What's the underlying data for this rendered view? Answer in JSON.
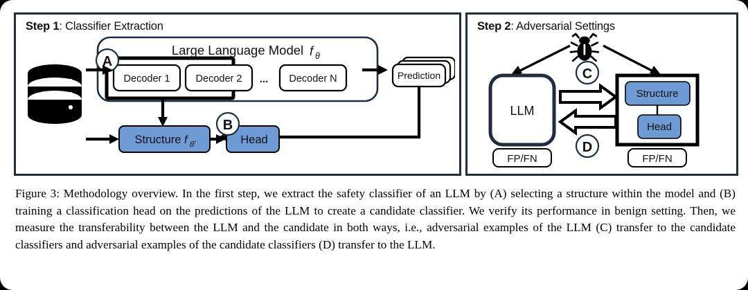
{
  "figure": {
    "caption": "Figure 3: Methodology overview. In the first step, we extract the safety classifier of an LLM by (A) selecting a structure within the model and (B) training a classification head on the predictions of the LLM to create a candidate classifier. We verify its performance in benign setting. Then, we measure the transferability between the LLM and the candidate in both ways, i.e., adversarial examples of the LLM (C) transfer to the candidate classifiers and adversarial examples of the candidate classifiers (D) transfer to the LLM."
  },
  "colors": {
    "panel_border": "#1f2d3d",
    "box_fill_blue": "#6f9bd4",
    "box_stroke_blue": "#1f2d3d",
    "stroke_black": "#000000",
    "background": "#ffffff",
    "page_backdrop": "#000000"
  },
  "step1": {
    "title_bold": "Step 1",
    "title_rest": ": Classifier Extraction",
    "database_icon": "database-cylinder-icon",
    "llm_box_label": "Large Language Model",
    "llm_box_math": "f",
    "llm_box_sub": "θ",
    "decoders": [
      {
        "label": "Decoder 1"
      },
      {
        "label": "Decoder 2"
      },
      {
        "label": "Decoder N"
      }
    ],
    "ellipsis": "...",
    "prediction_label": "Prediction",
    "prediction_stack_count": 3,
    "structure_label": "Structure",
    "structure_math": "f",
    "structure_sub": "θ′",
    "head_label": "Head",
    "marker_a": "A",
    "marker_b": "B"
  },
  "step2": {
    "title_bold": "Step 2",
    "title_rest": ": Adversarial Settings",
    "bug_icon": "bug-icon",
    "llm_label": "LLM",
    "llm_fpfn_label": "FP/FN",
    "structure_label": "Structure",
    "head_label": "Head",
    "candidate_fpfn_label": "FP/FN",
    "marker_c": "C",
    "marker_d": "D"
  }
}
